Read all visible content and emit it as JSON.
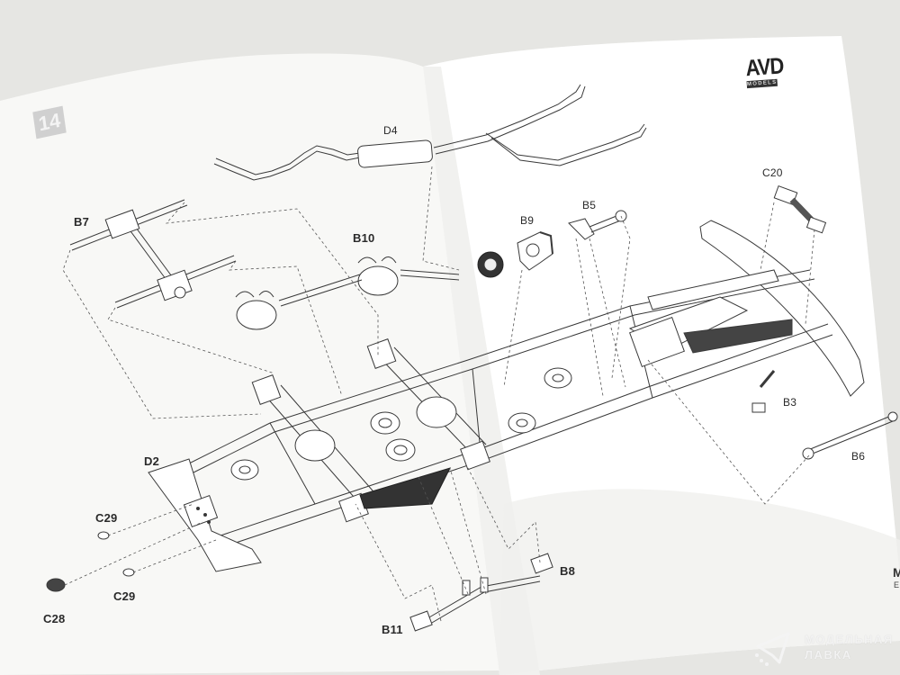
{
  "page": {
    "step_number": "14",
    "brand": {
      "name": "AVD",
      "subtitle": "MODELS"
    },
    "corner_text": {
      "line1": "M",
      "line2": "E"
    },
    "watermark": {
      "line1": "МОДЕЛЬНАЯ",
      "line2": "ЛАВКА",
      "icon": "rocket-icon"
    }
  },
  "parts": [
    {
      "id": "D4",
      "description": "exhaust pipe with muffler"
    },
    {
      "id": "B7",
      "description": "cross linkage rods"
    },
    {
      "id": "B10",
      "description": "brake chamber assemblies with rod"
    },
    {
      "id": "B9",
      "description": "drum / hub"
    },
    {
      "id": "B5",
      "description": "drive shaft joint"
    },
    {
      "id": "C20",
      "description": "spring coil"
    },
    {
      "id": "B3",
      "description": "lever"
    },
    {
      "id": "B6",
      "description": "drive shaft"
    },
    {
      "id": "D2",
      "description": "frame rear cross member"
    },
    {
      "id": "C29",
      "description": "tail light lens (left)"
    },
    {
      "id": "C29",
      "description": "tail light lens (right)"
    },
    {
      "id": "C28",
      "description": "tow hook"
    },
    {
      "id": "B11",
      "description": "support bracket left"
    },
    {
      "id": "B8",
      "description": "support bracket right"
    }
  ],
  "colors": {
    "background": "#e6e6e3",
    "paper": "#ffffff",
    "line": "#3a3a3a",
    "badge": "#d0d0d0"
  }
}
